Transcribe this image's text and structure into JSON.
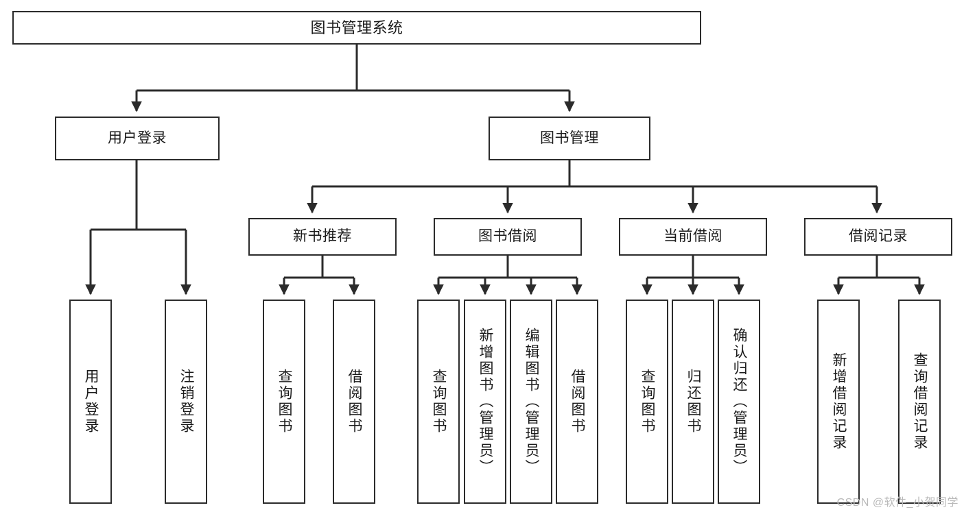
{
  "diagram": {
    "type": "tree",
    "title": "图书管理系统",
    "orientation": "top-down",
    "colors": {
      "box_border": "#2b2b2b",
      "box_fill": "#ffffff",
      "connector": "#2b2b2b",
      "background": "#ffffff",
      "watermark": "#b9b9b9"
    },
    "root": {
      "label": "图书管理系统"
    },
    "level2": [
      {
        "label": "用户登录"
      },
      {
        "label": "图书管理"
      }
    ],
    "level3": [
      {
        "label": "新书推荐"
      },
      {
        "label": "图书借阅"
      },
      {
        "label": "当前借阅"
      },
      {
        "label": "借阅记录"
      }
    ],
    "leaves": {
      "user_login": [
        {
          "label": "用户登录"
        },
        {
          "label": "注销登录"
        }
      ],
      "new_book_rec": [
        {
          "label": "查询图书"
        },
        {
          "label": "借阅图书"
        }
      ],
      "book_borrow": [
        {
          "label": "查询图书"
        },
        {
          "label": "新增图书（管理员）"
        },
        {
          "label": "编辑图书（管理员）"
        },
        {
          "label": "借阅图书"
        }
      ],
      "current_borrow": [
        {
          "label": "查询图书"
        },
        {
          "label": "归还图书"
        },
        {
          "label": "确认归还（管理员）"
        }
      ],
      "borrow_record": [
        {
          "label": "新增借阅记录"
        },
        {
          "label": "查询借阅记录"
        }
      ]
    }
  },
  "watermark": {
    "text": "CSDN @软件_小贺同学"
  }
}
